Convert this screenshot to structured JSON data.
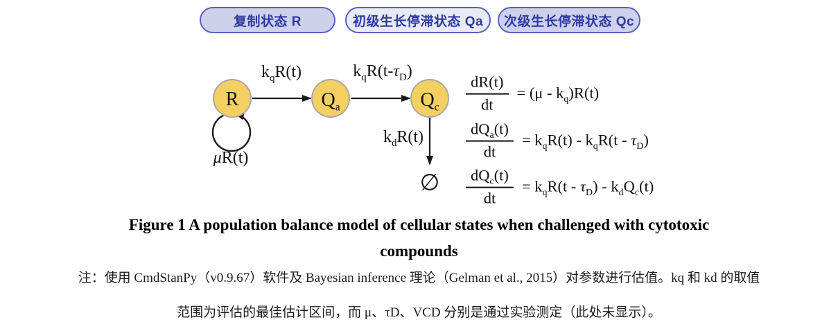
{
  "legend": {
    "border_color": "#5a60c0",
    "text_color": "#2e3b9f",
    "pills": [
      {
        "label": "复制状态 R",
        "fill": "#ced1ec"
      },
      {
        "label": "初级生长停滞状态 Qa",
        "fill": "#e8eaf7"
      },
      {
        "label": "次级生长停滞状态 Qc",
        "fill": "#ced1ec"
      }
    ]
  },
  "diagram": {
    "node_fill": "#f4cf62",
    "node_border": "#a8a8a8",
    "nodes": {
      "r": [
        {
          "t": "R"
        }
      ],
      "qa": [
        {
          "t": "Q"
        },
        {
          "s": "a"
        }
      ],
      "qc": [
        {
          "t": "Q"
        },
        {
          "s": "c"
        }
      ]
    },
    "labels": {
      "r_to_qa": [
        {
          "t": "k"
        },
        {
          "s": "q"
        },
        {
          "t": "R(t)"
        }
      ],
      "qa_to_qc": [
        {
          "t": "k"
        },
        {
          "s": "q"
        },
        {
          "t": "R(t-"
        },
        {
          "i": "τ"
        },
        {
          "s": "D"
        },
        {
          "t": ")"
        }
      ],
      "qc_down": [
        {
          "t": "k"
        },
        {
          "s": "d"
        },
        {
          "t": "R(t)"
        }
      ],
      "self_loop": [
        {
          "i": "μ"
        },
        {
          "t": "R(t)"
        }
      ]
    },
    "death_symbol": "∅"
  },
  "equations": [
    {
      "num": [
        {
          "t": "dR(t)"
        }
      ],
      "den": "dt",
      "rhs": [
        {
          "t": "= (μ - k"
        },
        {
          "s": "q"
        },
        {
          "t": ")R(t)"
        }
      ]
    },
    {
      "num": [
        {
          "t": "dQ"
        },
        {
          "s": "a"
        },
        {
          "t": "(t)"
        }
      ],
      "den": "dt",
      "rhs": [
        {
          "t": "= k"
        },
        {
          "s": "q"
        },
        {
          "t": "R(t) - k"
        },
        {
          "s": "q"
        },
        {
          "t": "R(t - "
        },
        {
          "i": "τ"
        },
        {
          "s": "D"
        },
        {
          "t": ")"
        }
      ]
    },
    {
      "num": [
        {
          "t": "dQ"
        },
        {
          "s": "c"
        },
        {
          "t": "(t)"
        }
      ],
      "den": "dt",
      "rhs": [
        {
          "t": "= k"
        },
        {
          "s": "q"
        },
        {
          "t": "R(t - "
        },
        {
          "i": "τ"
        },
        {
          "s": "D"
        },
        {
          "t": ") - k"
        },
        {
          "s": "d"
        },
        {
          "t": "Q"
        },
        {
          "s": "c"
        },
        {
          "t": "(t)"
        }
      ]
    }
  ],
  "caption": {
    "lines": [
      "Figure 1 A population balance model of cellular states when challenged with cytotoxic",
      "compounds"
    ]
  },
  "note": {
    "lines": [
      "注：使用 CmdStanPy（v0.9.67）软件及 Bayesian inference 理论（Gelman et al., 2015）对参数进行估值。kq 和 kd 的取值",
      "范围为评估的最佳估计区间，而 μ、τD、VCD 分别是通过实验测定（此处未显示）。"
    ]
  }
}
